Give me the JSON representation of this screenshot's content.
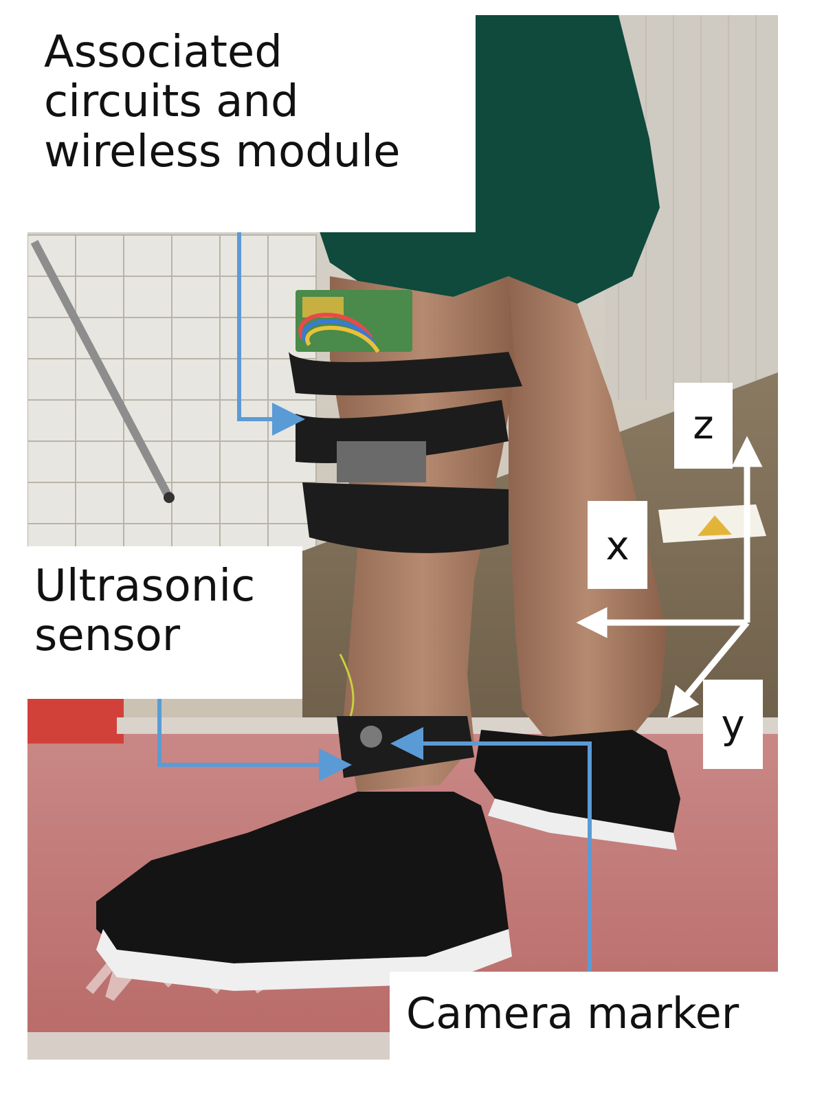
{
  "labels": {
    "circuits": "Associated\ncircuits and\nwireless module",
    "ultrasonic": "Ultrasonic\nsensor",
    "camera": "Camera marker"
  },
  "axes": {
    "z": "z",
    "x": "x",
    "y": "y"
  },
  "colors": {
    "callout_arrow": "#5b9bd5",
    "axis_arrow": "#ffffff",
    "treadmill_belt": "#c97a78",
    "wall": "#e6e4de",
    "shoe": "#141414",
    "leg_skin": "#a87b62",
    "shorts": "#0f4a3c",
    "strap": "#1c1c1c"
  }
}
